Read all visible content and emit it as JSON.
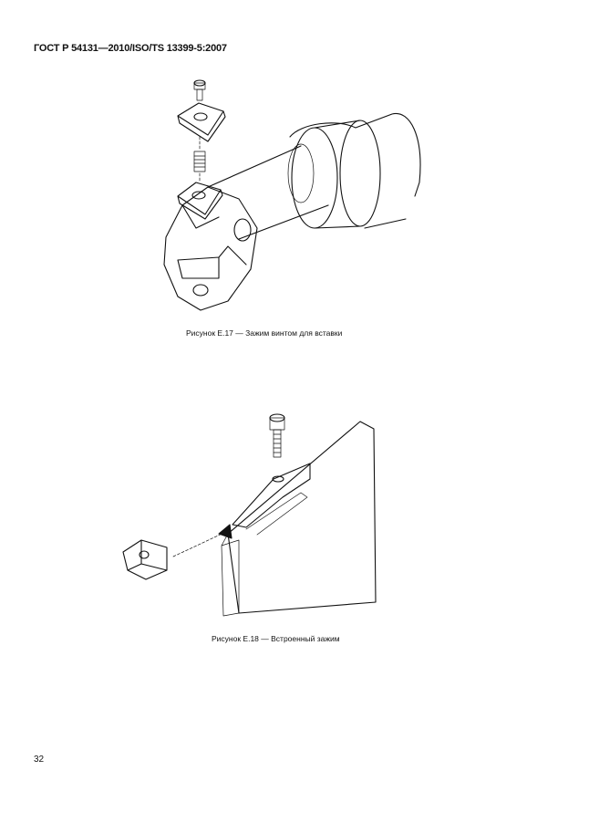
{
  "header": {
    "standard": "ГОСТ Р 54131—2010/ISO/TS 13399-5:2007"
  },
  "figures": [
    {
      "caption": "Рисунок E.17 — Зажим винтом для вставки"
    },
    {
      "caption": "Рисунок E.18 — Встроенный зажим"
    }
  ],
  "footer": {
    "page_number": "32"
  }
}
